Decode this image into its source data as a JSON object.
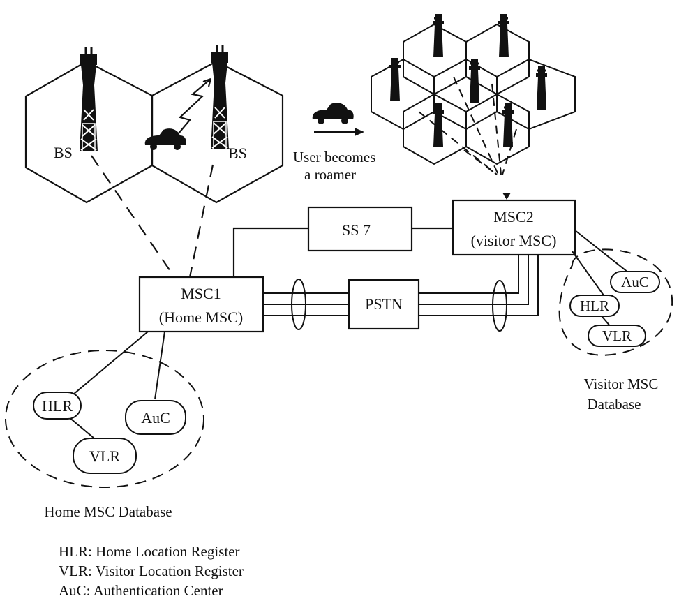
{
  "labels": {
    "bs_left": "BS",
    "bs_right": "BS",
    "roamer_line1": "User becomes",
    "roamer_line2": "a roamer",
    "ss7": "SS 7",
    "msc2_line1": "MSC2",
    "msc2_line2": "(visitor MSC)",
    "msc1_line1": "MSC1",
    "msc1_line2": "(Home MSC)",
    "pstn": "PSTN",
    "home_hlr": "HLR",
    "home_auc": "AuC",
    "home_vlr": "VLR",
    "visitor_auc": "AuC",
    "visitor_hlr": "HLR",
    "visitor_vlr": "VLR",
    "home_db_caption": "Home MSC Database",
    "visitor_db_caption_line1": "Visitor MSC",
    "visitor_db_caption_line2": "Database"
  },
  "legend": [
    "HLR: Home Location Register",
    "VLR: Visitor Location Register",
    "AuC: Authentication Center"
  ],
  "colors": {
    "ink": "#111111",
    "background": "#ffffff"
  },
  "icons": [
    "cell-tower-icon",
    "car-icon",
    "arrow-right-icon",
    "lightning-link-icon"
  ]
}
